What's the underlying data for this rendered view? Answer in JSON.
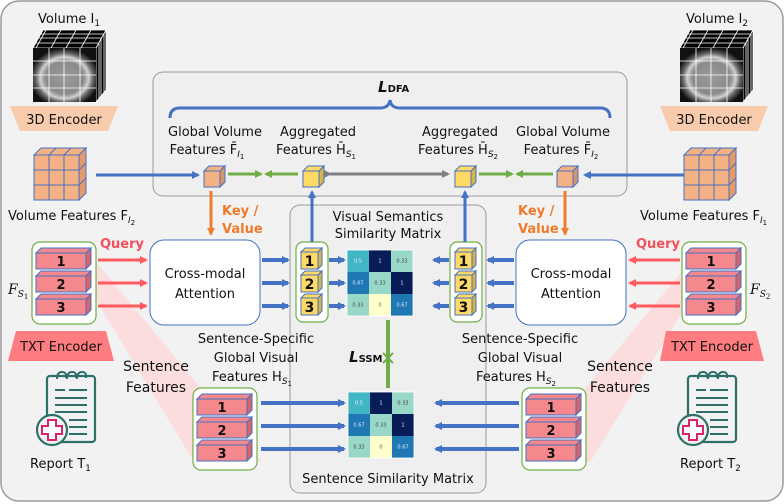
{
  "labels": {
    "volume_1": "Volume I",
    "volume_1_sub": "1",
    "volume_2": "Volume I",
    "volume_2_sub": "2",
    "encoder_3d_left": "3D Encoder",
    "encoder_3d_right": "3D Encoder",
    "volume_features_left": "Volume Features F",
    "volume_features_left_sub": "I",
    "volume_features_left_subsub": "2",
    "volume_features_right": "Volume Features F",
    "volume_features_right_sub": "I",
    "volume_features_right_subsub": "1",
    "loss_dfa": "L",
    "loss_dfa_sub": "DFA",
    "global_volume_left_line1": "Global Volume",
    "global_volume_left_line2": "Features F̄",
    "global_volume_left_sub": "I",
    "global_volume_left_subsub": "1",
    "aggregated_left_line1": "Aggregated",
    "aggregated_left_line2": "Features H̄",
    "aggregated_left_sub": "S",
    "aggregated_left_subsub": "1",
    "aggregated_right_line1": "Aggregated",
    "aggregated_right_line2": "Features H̄",
    "aggregated_right_sub": "S",
    "aggregated_right_subsub": "2",
    "global_volume_right_line1": "Global Volume",
    "global_volume_right_line2": "Features F̄",
    "global_volume_right_sub": "I",
    "global_volume_right_subsub": "2",
    "key_value_line1": "Key /",
    "key_value_line2": "Value",
    "query": "Query",
    "cross_modal_line1": "Cross-modal",
    "cross_modal_line2": "Attention",
    "fs1": "F",
    "fs1_sub": "S",
    "fs1_subsub": "1",
    "fs2": "F",
    "fs2_sub": "S",
    "fs2_subsub": "2",
    "txt_encoder": "TXT Encoder",
    "visual_matrix_line1": "Visual Semantics",
    "visual_matrix_line2": "Similarity Matrix",
    "sentence_specific_left_line1": "Sentence-Specific",
    "sentence_specific_left_line2": "Global Visual",
    "sentence_specific_left_line3": "Features H",
    "sentence_specific_left_sub": "S",
    "sentence_specific_left_subsub": "1",
    "sentence_specific_right_line1": "Sentence-Specific",
    "sentence_specific_right_line2": "Global Visual",
    "sentence_specific_right_line3": "Features H",
    "sentence_specific_right_sub": "S",
    "sentence_specific_right_subsub": "2",
    "loss_ssm": "L",
    "loss_ssm_sub": "SSM",
    "sentence_features_left_line1": "Sentence",
    "sentence_features_left_line2": "Features",
    "sentence_features_right_line1": "Sentence",
    "sentence_features_right_line2": "Features",
    "sentence_matrix": "Sentence Similarity Matrix",
    "report_1": "Report T",
    "report_1_sub": "1",
    "report_2": "Report T",
    "report_2_sub": "2"
  },
  "sentence_indices": [
    "1",
    "2",
    "3"
  ],
  "visual_matrix": [
    [
      "0.5",
      "1",
      "0.33"
    ],
    [
      "0.67",
      "0.33",
      "1"
    ],
    [
      "0.33",
      "0",
      "0.67"
    ]
  ],
  "sentence_matrix": [
    [
      "0.5",
      "1",
      "0.33"
    ],
    [
      "0.67",
      "0.33",
      "1"
    ],
    [
      "0.33",
      "0",
      "0.67"
    ]
  ],
  "colors": {
    "blue_arrow": "#4472c4",
    "green_arrow": "#70ad47",
    "gray_arrow": "#808080",
    "orange_arrow": "#ed7d31",
    "red_arrow": "#ff5a5f",
    "cube_orange": "#f4b183",
    "cube_yellow": "#ffd966",
    "sentence_box": "#f4888c",
    "encoder_3d": "#f8cbad",
    "encoder_txt": "#ff7c80",
    "panel_bg": "#f2f2f2",
    "report_teal": "#2e6f6a",
    "report_plus": "#d6246e"
  }
}
